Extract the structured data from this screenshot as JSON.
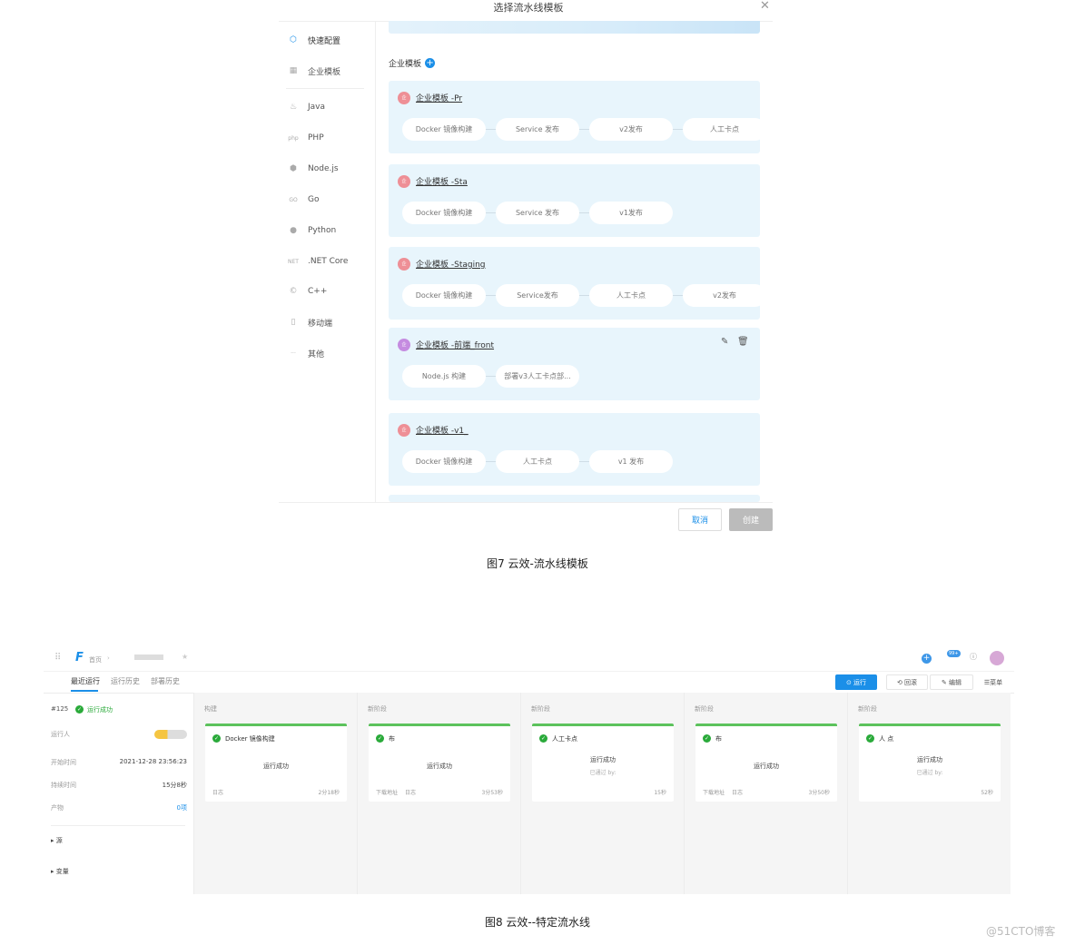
{
  "dialog": {
    "title": "选择流水线模板",
    "sidebar": [
      {
        "icon": "cube-icon",
        "label": "快速配置",
        "active": true
      },
      {
        "icon": "grid-icon",
        "label": "企业模板"
      },
      {
        "icon": "java-icon",
        "label": "Java"
      },
      {
        "icon": "php-icon",
        "label": "PHP"
      },
      {
        "icon": "nodejs-icon",
        "label": "Node.js"
      },
      {
        "icon": "go-icon",
        "label": "Go"
      },
      {
        "icon": "python-icon",
        "label": "Python"
      },
      {
        "icon": "dotnet-icon",
        "label": ".NET Core"
      },
      {
        "icon": "cpp-icon",
        "label": "C++"
      },
      {
        "icon": "mobile-icon",
        "label": "移动端"
      },
      {
        "icon": "more-icon",
        "label": "其他"
      }
    ],
    "section_title": "企业模板",
    "templates": [
      {
        "name": "企业模板 -Pr",
        "steps": [
          "Docker 镜像构建",
          "Service 发布",
          "v2发布",
          "人工卡点"
        ]
      },
      {
        "name": "企业模板 -Sta",
        "steps": [
          "Docker 镜像构建",
          "Service 发布",
          "v1发布"
        ]
      },
      {
        "name": "企业模板 -Staging",
        "steps": [
          "Docker 镜像构建",
          "Service发布",
          "人工卡点",
          "v2发布"
        ]
      },
      {
        "name": "企业模板 -前端_front",
        "steps": [
          "Node.js 构建",
          "部署v3人工卡点部..."
        ],
        "editable": true
      },
      {
        "name": "企业模板 -v1_",
        "steps": [
          "Docker 镜像构建",
          "人工卡点",
          "v1 发布"
        ]
      }
    ],
    "cancel": "取消",
    "create": "创建"
  },
  "caption1": "图7 云效-流水线模板",
  "pipeline": {
    "breadcrumb_home": "首页",
    "notification_badge": "99+",
    "tabs": [
      "最近运行",
      "运行历史",
      "部署历史"
    ],
    "actions": {
      "run": "运行",
      "rollback": "回滚",
      "edit": "编辑",
      "menu": "菜单"
    },
    "run_id": "#125",
    "run_status": "运行成功",
    "info": [
      {
        "label": "运行人",
        "value": ""
      },
      {
        "label": "开始时间",
        "value": "2021-12-28 23:56:23"
      },
      {
        "label": "持续时间",
        "value": "15分8秒"
      },
      {
        "label": "产物",
        "value": "0项"
      }
    ],
    "collapsibles": [
      "源",
      "变量"
    ],
    "stages": [
      {
        "label": "构建",
        "job": "Docker 镜像构建",
        "status": "运行成功",
        "sub": "",
        "links": [
          "日志"
        ],
        "duration": "2分18秒"
      },
      {
        "label": "新阶段",
        "job": "布",
        "status": "运行成功",
        "sub": "",
        "links": [
          "下载地址",
          "日志"
        ],
        "duration": "3分53秒"
      },
      {
        "label": "新阶段",
        "job": "人工卡点",
        "status": "运行成功",
        "sub": "已通过 by:",
        "links": [],
        "duration": "15秒"
      },
      {
        "label": "新阶段",
        "job": "布",
        "status": "运行成功",
        "sub": "",
        "links": [
          "下载地址",
          "日志"
        ],
        "duration": "3分50秒"
      },
      {
        "label": "新阶段",
        "job": "人 点",
        "status": "运行成功",
        "sub": "已通过 by:",
        "links": [],
        "duration": "52秒"
      }
    ]
  },
  "caption2": "图8 云效--特定流水线",
  "watermark": "@51CTO博客",
  "colors": {
    "accent": "#1b8fe8",
    "success": "#2aaa3a",
    "card_bg": "#e8f5fc"
  }
}
